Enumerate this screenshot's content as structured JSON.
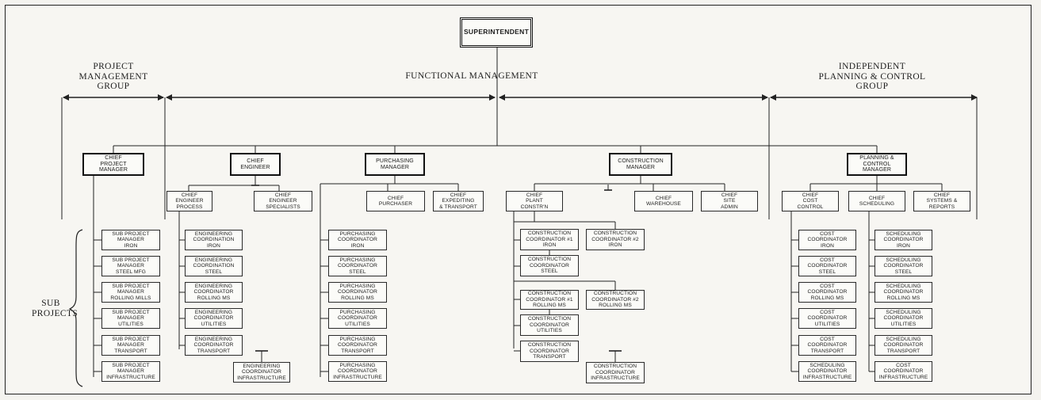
{
  "top": "SUPERINTENDENT",
  "groups": {
    "pm": "PROJECT\nMANAGEMENT\nGROUP",
    "fm": "FUNCTIONAL MANAGEMENT",
    "pc": "INDEPENDENT\nPLANNING & CONTROL\nGROUP",
    "sub": "SUB\nPROJECTS"
  },
  "managers": {
    "cpm": "CHIEF\nPROJECT\nMANAGER",
    "ce": "CHIEF\nENGINEER",
    "pur": "PURCHASING\nMANAGER",
    "con": "CONSTRUCTION\nMANAGER",
    "pcm": "PLANNING &\nCONTROL\nMANAGER"
  },
  "chiefs": {
    "cep": "CHIEF\nENGINEER\nPROCESS",
    "ces": "CHIEF\nENGINEER\nSPECIALISTS",
    "cpu": "CHIEF\nPURCHASER",
    "cet": "CHIEF\nEXPEDITING\n& TRANSPORT",
    "cplant": "CHIEF\nPLANT\nCONSTR'N",
    "cwh": "CHIEF\nWAREHOUSE",
    "csa": "CHIEF\nSITE\nADMIN",
    "ccc": "CHIEF\nCOST\nCONTROL",
    "csch": "CHIEF\nSCHEDULING",
    "csys": "CHIEF\nSYSTEMS &\nREPORTS"
  },
  "spm": [
    "SUB PROJECT\nMANAGER\nIRON",
    "SUB PROJECT\nMANAGER\nSTEEL MFG",
    "SUB PROJECT\nMANAGER\nROLLING MILLS",
    "SUB PROJECT\nMANAGER\nUTILITIES",
    "SUB PROJECT\nMANAGER\nTRANSPORT",
    "SUB PROJECT\nMANAGER\nINFRASTRUCTURE"
  ],
  "eng": [
    "ENGINEERING\nCOORDINATION\nIRON",
    "ENGINEERING\nCOORDINATION\nSTEEL",
    "ENGINEERING\nCOORDINATOR\nROLLING MS",
    "ENGINEERING\nCOORDINATOR\nUTILITIES",
    "ENGINEERING\nCOORDINATOR\nTRANSPORT",
    "ENGINEERING\nCOORDINATOR\nINFRASTRUCTURE"
  ],
  "purc": [
    "PURCHASING\nCOORDINATOR\nIRON",
    "PURCHASING\nCOORDINATOR\nSTEEL",
    "PURCHASING\nCOORDINATOR\nROLLING MS",
    "PURCHASING\nCOORDINATOR\nUTILITIES",
    "PURCHASING\nCOORDINATOR\nTRANSPORT",
    "PURCHASING\nCOORDINATOR\nINFRASTRUCTURE"
  ],
  "constr": [
    "CONSTRUCTION\nCOORDINATOR #1\nIRON",
    "CONSTRUCTION\nCOORDINATOR #2\nIRON",
    "CONSTRUCTION\nCOORDINATOR\nSTEEL",
    "CONSTRUCTION\nCOORDINATOR #1\nROLLING MS",
    "CONSTRUCTION\nCOORDINATOR #2\nROLLING MS",
    "CONSTRUCTION\nCOORDINATOR\nUTILITIES",
    "CONSTRUCTION\nCOORDINATOR\nTRANSPORT",
    "CONSTRUCTION\nCOORDINATOR\nINFRASTRUCTURE"
  ],
  "cost": [
    "COST\nCOORDINATOR\nIRON",
    "COST\nCOORDINATOR\nSTEEL",
    "COST\nCOORDINATOR\nROLLING MS",
    "COST\nCOORDINATOR\nUTILITIES",
    "COST\nCOORDINATOR\nTRANSPORT",
    "SCHEDULING\nCOORDINATOR\nINFRASTRUCTURE"
  ],
  "sched": [
    "SCHEDULING\nCOORDINATOR\nIRON",
    "SCHEDULING\nCOORDINATOR\nSTEEL",
    "SCHEDULING\nCOORDINATOR\nROLLING MS",
    "SCHEDULING\nCOORDINATOR\nUTILITIES",
    "SCHEDULING\nCOORDINATOR\nTRANSPORT",
    "COST\nCOORDINATOR\nINFRASTRUCTURE"
  ]
}
